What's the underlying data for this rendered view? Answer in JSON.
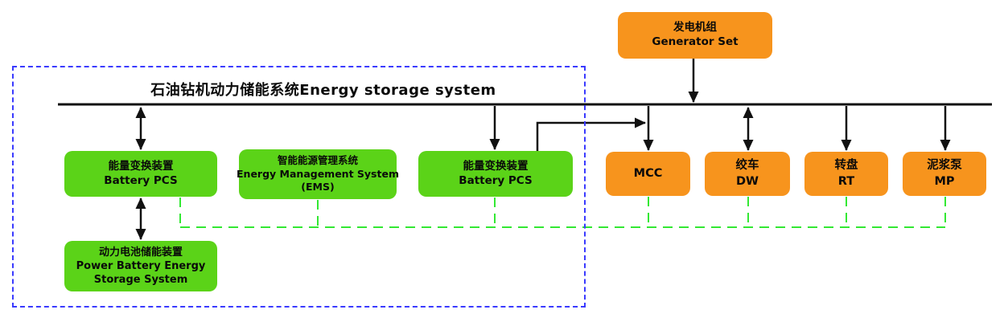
{
  "diagram": {
    "title": "石油钻机动力储能系统Energy storage system",
    "colors": {
      "background": "#ffffff",
      "node_green": "#5bd318",
      "node_orange": "#f7941d",
      "dashed_border_blue": "#3a3aff",
      "comm_line_green": "#33e833",
      "line_black": "#111111"
    },
    "nodes": {
      "generator": {
        "line1": "发电机组",
        "line2": "Generator Set"
      },
      "pcs1": {
        "line1": "能量变换装置",
        "line2": "Battery PCS"
      },
      "ems": {
        "line1": "智能能源管理系统",
        "line2": "Energy Management System",
        "line3": "(EMS)"
      },
      "pcs2": {
        "line1": "能量变换装置",
        "line2": "Battery PCS"
      },
      "battery": {
        "line1": "动力电池储能装置",
        "line2": "Power Battery Energy",
        "line3": "Storage System"
      },
      "mcc": {
        "line1": "MCC"
      },
      "dw": {
        "line1": "绞车",
        "line2": "DW"
      },
      "rt": {
        "line1": "转盘",
        "line2": "RT"
      },
      "mp": {
        "line1": "泥浆泵",
        "line2": "MP"
      }
    }
  }
}
